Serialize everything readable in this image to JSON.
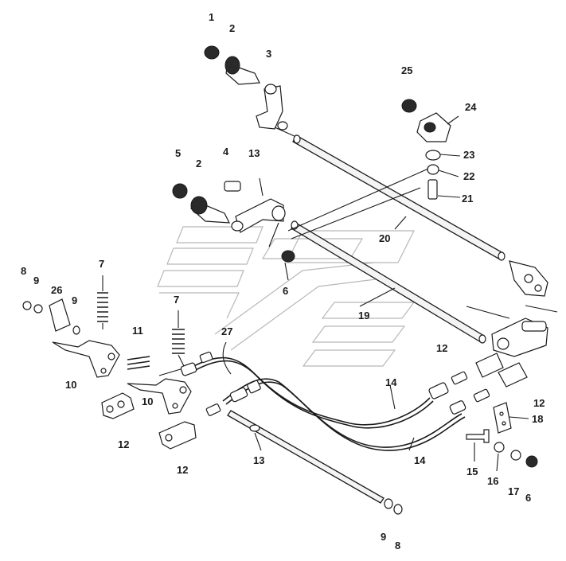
{
  "diagram": {
    "callouts": {
      "c1": "1",
      "c2a": "2",
      "c3": "3",
      "c25": "25",
      "c24": "24",
      "c23": "23",
      "c22": "22",
      "c21": "21",
      "c5": "5",
      "c4": "4",
      "c2b": "2",
      "c13a": "13",
      "c20": "20",
      "c6a": "6",
      "c8a": "8",
      "c9a": "9",
      "c26": "26",
      "c9b": "9",
      "c7a": "7",
      "c19": "19",
      "c7b": "7",
      "c11": "11",
      "c27": "27",
      "c10a": "10",
      "c10b": "10",
      "c12a": "12",
      "c12b": "12",
      "c12c": "12",
      "c12d": "12",
      "c14a": "14",
      "c14b": "14",
      "c13b": "13",
      "c18": "18",
      "c15": "15",
      "c16": "16",
      "c17": "17",
      "c6b": "6",
      "c9c": "9",
      "c8b": "8"
    }
  }
}
